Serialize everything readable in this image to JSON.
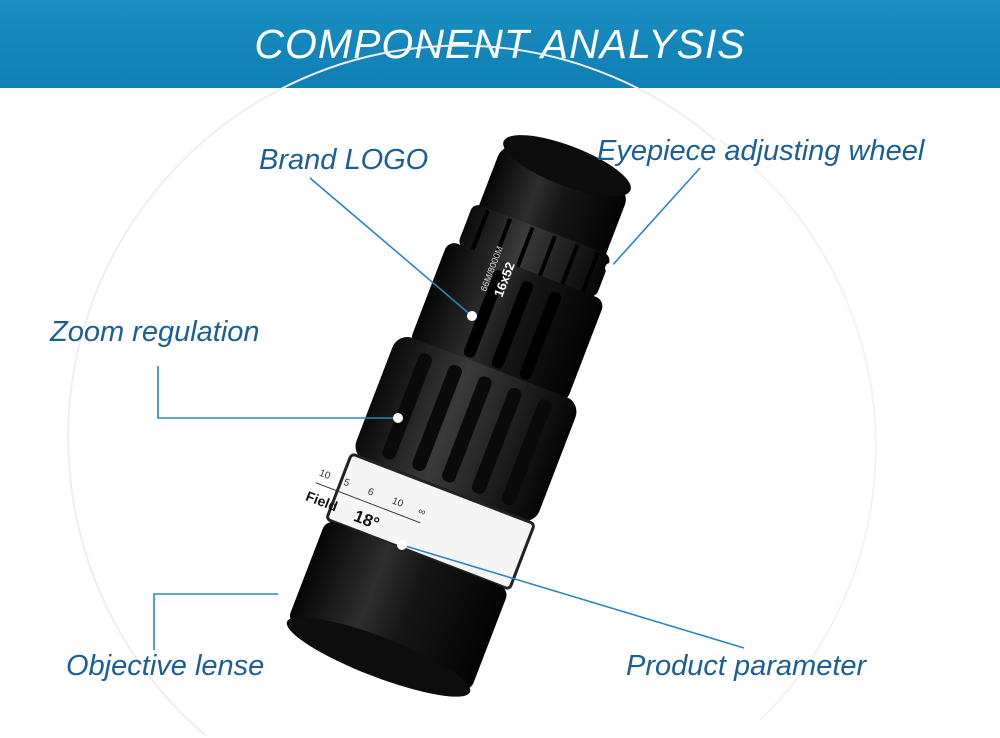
{
  "header": {
    "title": "COMPONENT ANALYSIS"
  },
  "callouts": {
    "brand_logo": "Brand LOGO",
    "eyepiece_wheel": "Eyepiece adjusting wheel",
    "zoom_regulation": "Zoom regulation",
    "objective_lens": "Objective lense",
    "product_parameter": "Product parameter"
  },
  "product_markings": {
    "spec": "16x52",
    "coating": "66M/8000M",
    "field_label": "Field",
    "field_value": "18°",
    "scale": [
      "10",
      "5",
      "6",
      "10",
      "∞"
    ]
  },
  "colors": {
    "banner": "#1289bf",
    "label_text": "#1b5f93",
    "leader_line": "#2a86b8",
    "body": "#111111"
  }
}
